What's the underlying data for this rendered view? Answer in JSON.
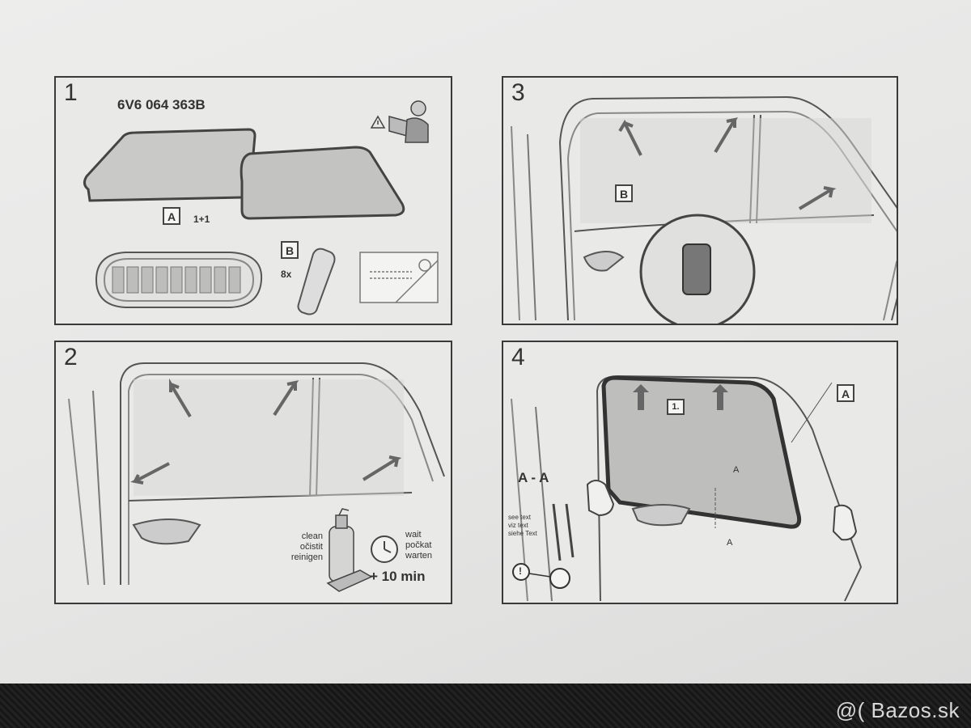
{
  "panel1": {
    "step": "1",
    "part_number": "6V6 064 363B",
    "label_a": "A",
    "qty_a": "1+1",
    "label_b": "B",
    "qty_b": "8x"
  },
  "panel2": {
    "step": "2",
    "clean": [
      "clean",
      "očistit",
      "reinigen"
    ],
    "wait": [
      "wait",
      "počkat",
      "warten"
    ],
    "time": "+ 10 min"
  },
  "panel3": {
    "step": "3",
    "label_b": "B"
  },
  "panel4": {
    "step": "4",
    "label_a": "A",
    "step_sub": "1.",
    "section": "A - A",
    "see_text": [
      "see text",
      "viz text",
      "siehe Text"
    ],
    "section_mark": "A",
    "warning": "!"
  },
  "watermark": "@( Bazos.sk"
}
